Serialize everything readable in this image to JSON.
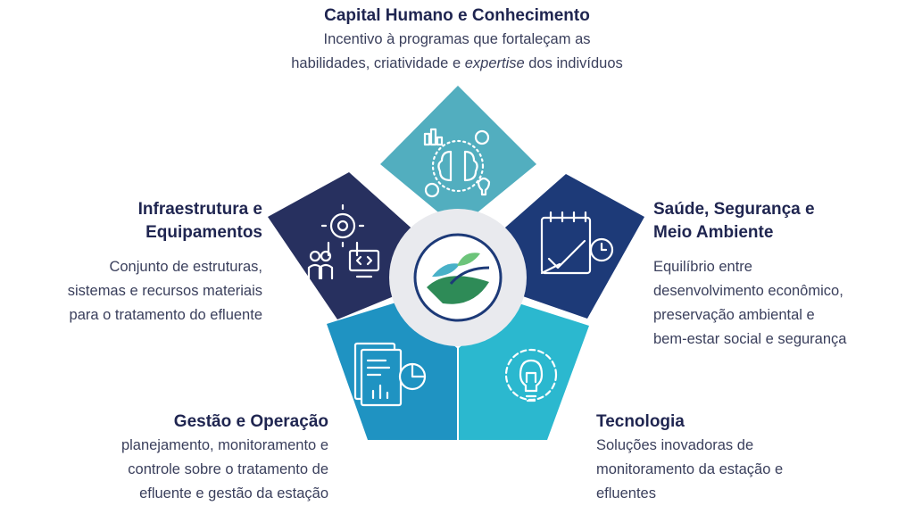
{
  "sections": {
    "top": {
      "title": "Capital Humano e Conhecimento",
      "desc_before": "Incentivo à programas que fortaleçam as",
      "desc_line2_a": "habilidades, criatividade e ",
      "desc_line2_em": "expertise",
      "desc_line2_b": " dos indivíduos",
      "color": "#52aebf",
      "icon": "brain-network-icon"
    },
    "left": {
      "title_l1": "Infraestrutura e",
      "title_l2": "Equipamentos",
      "desc_l1": "Conjunto de estruturas,",
      "desc_l2": "sistemas e recursos materiais",
      "desc_l3": "para o tratamento do efluente",
      "color": "#27305f",
      "icon": "gear-people-computer-icon"
    },
    "right": {
      "title_l1": "Saúde, Segurança e",
      "title_l2": "Meio Ambiente",
      "desc_l1": "Equilíbrio entre",
      "desc_l2": "desenvolvimento econômico,",
      "desc_l3": "preservação ambiental e",
      "desc_l4": "bem-estar social e segurança",
      "color": "#1d3a78",
      "icon": "calendar-check-icon"
    },
    "bottom_left": {
      "title": "Gestão e Operação",
      "desc_l1": "planejamento, monitoramento e",
      "desc_l2": "controle sobre o tratamento de",
      "desc_l3": "efluente e gestão da estação",
      "color": "#1f93c2",
      "icon": "report-chart-icon"
    },
    "bottom_right": {
      "title": "Tecnologia",
      "desc_l1": "Soluções inovadoras de",
      "desc_l2": "monitoramento da estação e",
      "desc_l3": "efluentes",
      "color": "#2bb8cf",
      "icon": "lightbulb-gear-icon"
    }
  },
  "center_logo": "leaf-hand-logo"
}
